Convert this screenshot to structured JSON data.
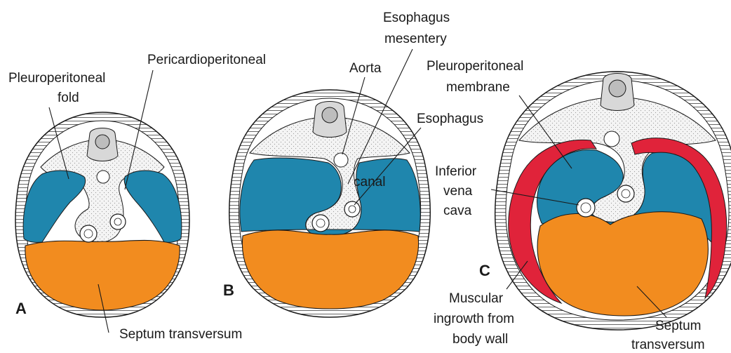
{
  "colors": {
    "pleural_cavity": "#1f86ad",
    "septum": "#f28c1f",
    "muscle": "#e0233a",
    "tissue": "#f0f0f0",
    "outline": "#1a1a1a"
  },
  "panels": {
    "A": {
      "letter": "A",
      "labels": {
        "pleuroperitoneal_fold_1": "Pleuroperitoneal",
        "pleuroperitoneal_fold_2": "fold",
        "pericardioperitoneal": "Pericardioperitoneal",
        "septum_transversum": "Septum transversum"
      }
    },
    "B": {
      "letter": "B",
      "labels": {
        "aorta": "Aorta",
        "esophagus_mesentery_1": "Esophagus",
        "esophagus_mesentery_2": "mesentery",
        "esophagus": "Esophagus",
        "canal": "canal"
      }
    },
    "C": {
      "letter": "C",
      "labels": {
        "pleuroperitoneal_membrane_1": "Pleuroperitoneal",
        "pleuroperitoneal_membrane_2": "membrane",
        "inferior_vena_cava_1": "Inferior",
        "inferior_vena_cava_2": "vena",
        "inferior_vena_cava_3": "cava",
        "muscular_ingrowth_1": "Muscular",
        "muscular_ingrowth_2": "ingrowth from",
        "muscular_ingrowth_3": "body wall",
        "septum_transversum_1": "Septum",
        "septum_transversum_2": "transversum"
      }
    }
  }
}
